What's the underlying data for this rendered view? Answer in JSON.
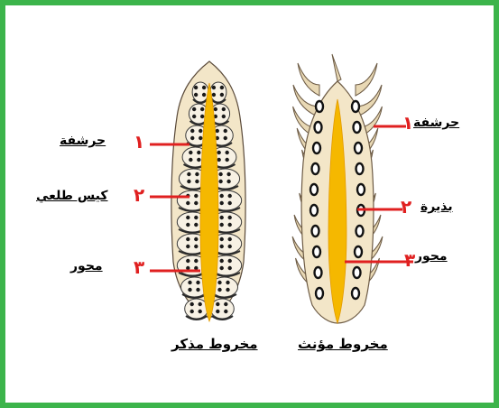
{
  "male_cone": {
    "caption": "مخروط مذكر",
    "labels": [
      {
        "number": "١",
        "text": "حرشفة"
      },
      {
        "number": "٢",
        "text": "كيس طلعي"
      },
      {
        "number": "٣",
        "text": "محور"
      }
    ]
  },
  "female_cone": {
    "caption": "مخروط مؤنث",
    "labels": [
      {
        "number": "١",
        "text": "حرشفة"
      },
      {
        "number": "٢",
        "text": "بذيرة"
      },
      {
        "number": "٣",
        "text": "محور"
      }
    ]
  },
  "colors": {
    "frame": "#3cb44b",
    "pointer": "#e02020",
    "axis": "#f5b800",
    "scale": "#f3e6c8"
  }
}
